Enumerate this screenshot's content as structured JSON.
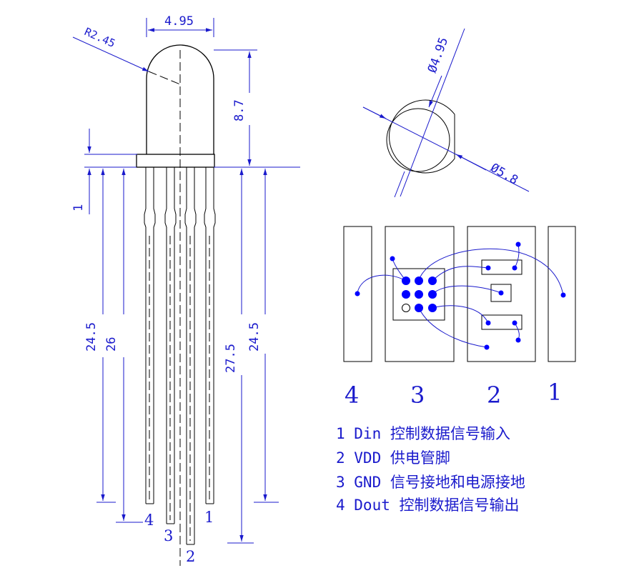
{
  "dimensions": {
    "top_width": "4.95",
    "radius": "R2.45",
    "head_height": "8.7",
    "flange": "1",
    "lead_left_a": "24.5",
    "lead_left_b": "26",
    "lead_right_a": "27.5",
    "lead_right_b": "24.5",
    "dia_inner": "Ø4.95",
    "dia_outer": "Ø5.8"
  },
  "side_pins": {
    "p1": "1",
    "p2": "2",
    "p3": "3",
    "p4": "4"
  },
  "pad_labels": [
    "4",
    "3",
    "2",
    "1"
  ],
  "legend": [
    "1 Din 控制数据信号输入",
    "2 VDD 供电管脚",
    "3 GND 信号接地和电源接地",
    "4 Dout 控制数据信号输出"
  ],
  "colors": {
    "line": "#000000",
    "dimension": "#1a1acc",
    "bond": "#0000ff"
  }
}
